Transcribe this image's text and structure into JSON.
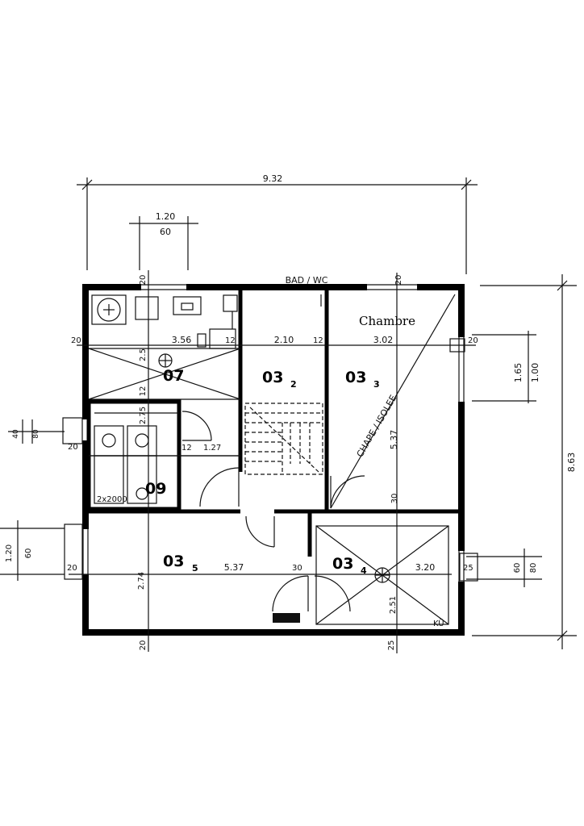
{
  "plan": {
    "top_label": "BAD / WC",
    "chambre": "Chambre",
    "screed": "CHAPE / ISOLEE",
    "kitchen": "KÜ",
    "rooms": {
      "r07": "07",
      "r032_main": "03",
      "r032_sub": "2",
      "r033_main": "03",
      "r033_sub": "3",
      "r09": "09",
      "r035_main": "03",
      "r035_sub": "5",
      "r034_main": "03",
      "r034_sub": "4"
    },
    "dims": {
      "overall_width": "9.32",
      "overall_height": "8.63",
      "win_top_a": "1.20",
      "win_top_b": "60",
      "d_356": "3.56",
      "d_210": "2.10",
      "d_302": "3.02",
      "d_20_left": "20",
      "d_12_a": "12",
      "d_12_b": "12",
      "d_20_right": "20",
      "d_165": "1.65",
      "d_100": "1.00",
      "d_537_v": "5.37",
      "d_30_v": "30",
      "d_20_top": "20",
      "d_20_top2": "20",
      "d_25_top": "2.5",
      "d_12_v": "12",
      "d_275": "2.75",
      "d_12_c": "12",
      "d_127": "1.27",
      "d_40": "40",
      "d_80": "80",
      "d_20_mid": "20",
      "d_2x2000": "2x2000",
      "d_120_left": "1.20",
      "d_60_left": "60",
      "d_20_lower": "20",
      "d_274": "2.74",
      "d_537_h": "5.37",
      "d_30_h": "30",
      "d_320": "3.20",
      "d_25_r": "25",
      "d_60_r": "60",
      "d_80_r": "80",
      "d_251": "2.51",
      "d_20_bottom": "20",
      "d_25_bottom": "25"
    }
  }
}
